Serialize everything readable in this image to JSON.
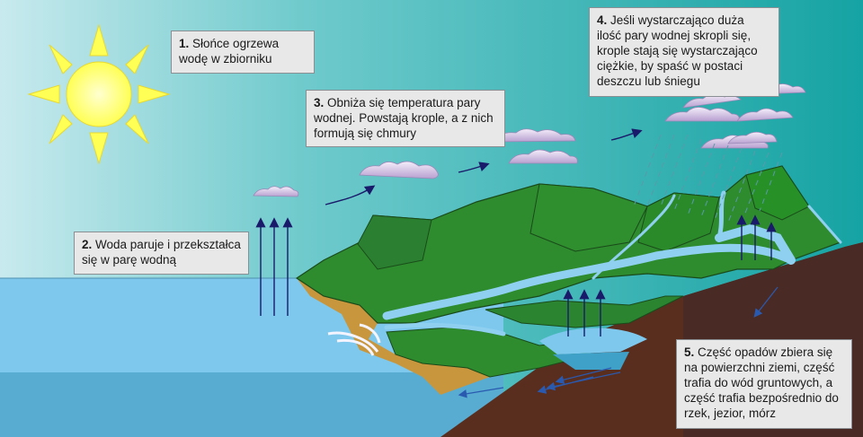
{
  "steps": [
    {
      "number": "1.",
      "text": "Słońce ogrzewa wodę w zbiorniku"
    },
    {
      "number": "2.",
      "text": "Woda paruje i przekształca się w parę wodną"
    },
    {
      "number": "3.",
      "text": "Obniża się temperatura pary wodnej. Powstają krople, a z nich formują się chmury"
    },
    {
      "number": "4.",
      "text": "Jeśli wystarczająco duża ilość pary wodnej skropli się, krople stają się wystarczająco ciężkie, by spaść w postaci deszczu lub śniegu"
    },
    {
      "number": "5.",
      "text": "Część opadów zbiera się na powierzchni ziemi, część trafia do wód gruntowych, a część trafia bezpośrednio do rzek, jezior, mórz"
    }
  ],
  "icons": [
    "sun-icon",
    "cloud-icon",
    "rain-icon",
    "arrow-icon"
  ],
  "colors": {
    "sky_top": "#1aa6a6",
    "sky_left": "#bfe6ea",
    "sun": "#ffff66",
    "sea": "#7ec8ee",
    "sea_deep": "#5ab0d8",
    "grass": "#2e8b2e",
    "grass_dark": "#1f6b1f",
    "soil": "#5a2e1e",
    "sand": "#c8963c",
    "river": "#8fd0f0",
    "cloud": "#d8c8e8",
    "arrow": "#1a1a6a"
  }
}
